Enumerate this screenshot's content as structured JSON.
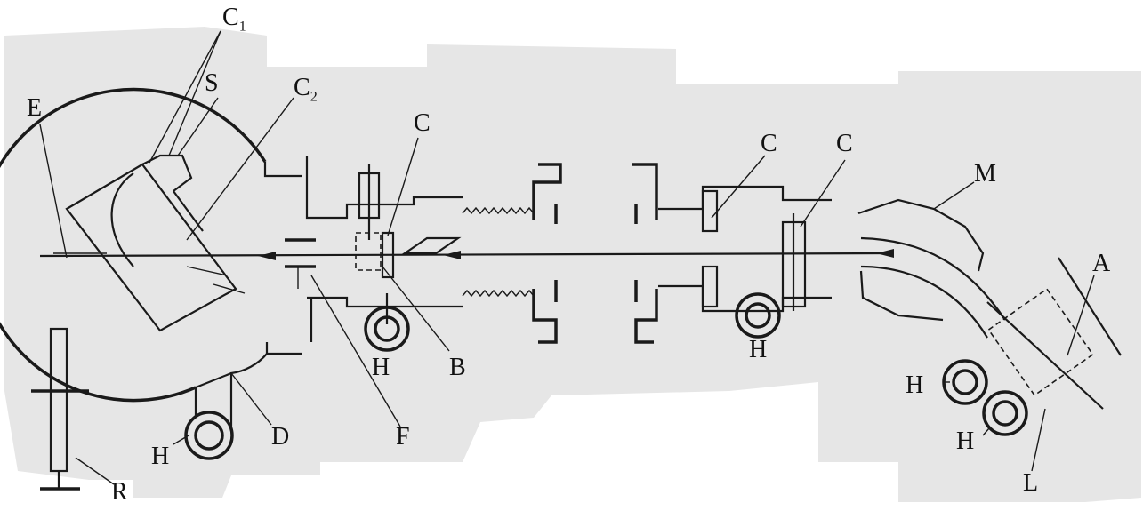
{
  "labels": {
    "c1": "C",
    "c1_sub": "1",
    "s": "S",
    "c2": "C",
    "c2_sub": "2",
    "e": "E",
    "c_a": "C",
    "c_b": "C",
    "c_c": "C",
    "m": "M",
    "a": "A",
    "h_bottom_left": "H",
    "h_middle": "H",
    "h_right_center": "H",
    "h_right_upper": "H",
    "h_right_lower": "H",
    "b": "B",
    "d": "D",
    "f": "F",
    "r": "R",
    "l": "L"
  },
  "colors": {
    "background_wash": "#e6e6e6",
    "ink": "#1a1a1a"
  }
}
